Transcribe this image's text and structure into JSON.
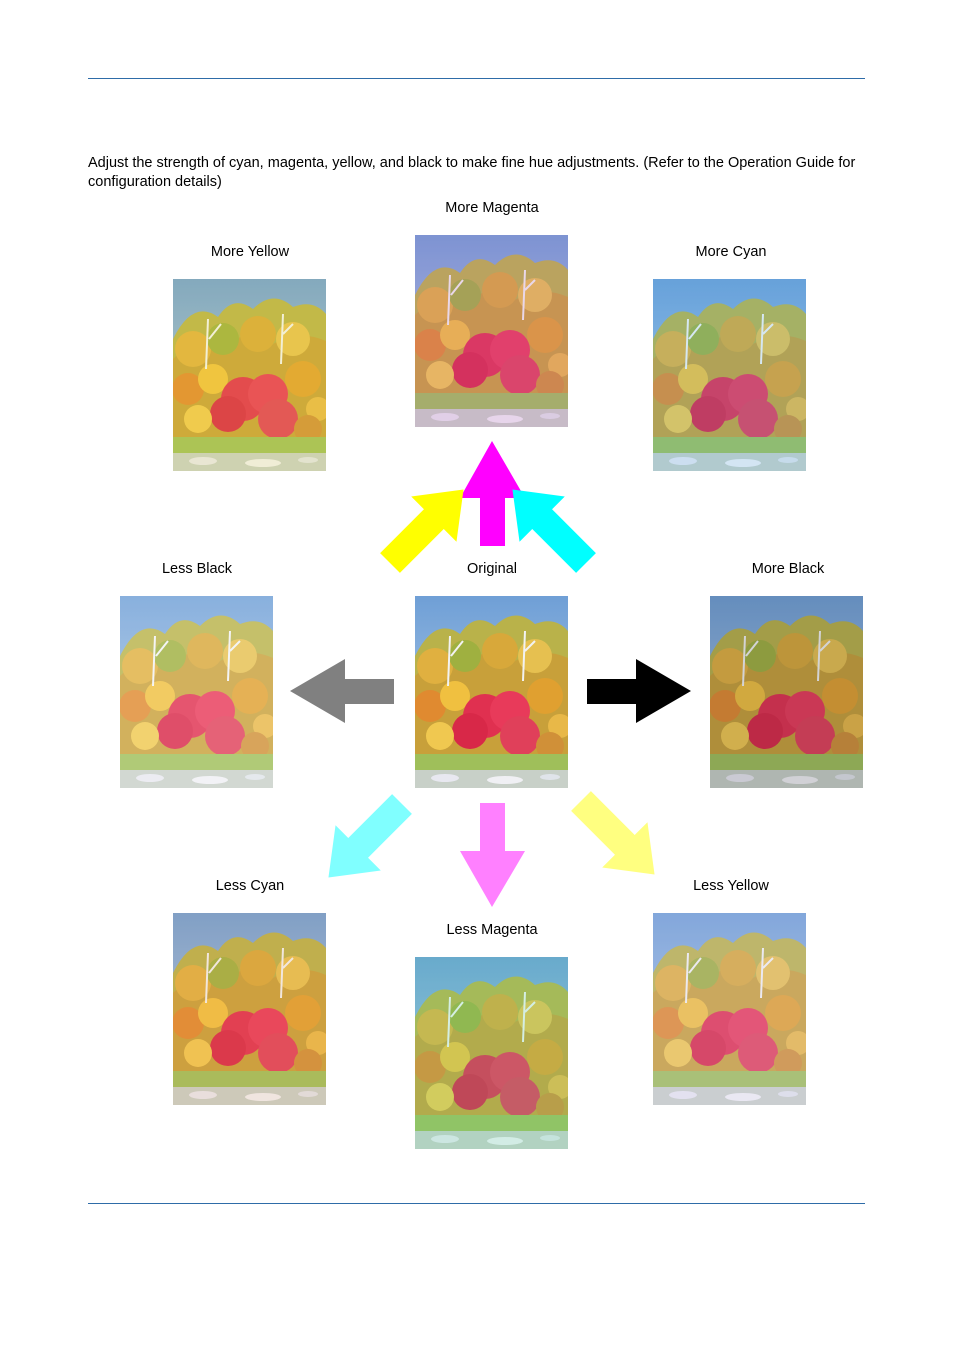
{
  "intro_text": "Adjust the strength of cyan, magenta, yellow, and black to make fine hue adjustments. (Refer to the Operation Guide for configuration details)",
  "panels": {
    "more_magenta": {
      "label": "More Magenta",
      "tint": "#c060c0",
      "tint_strength": 0.18
    },
    "more_yellow": {
      "label": "More Yellow",
      "tint": "#f0e040",
      "tint_strength": 0.16
    },
    "more_cyan": {
      "label": "More Cyan",
      "tint": "#40b0f0",
      "tint_strength": 0.16
    },
    "less_black": {
      "label": "Less Black",
      "tint": "#ffffff",
      "tint_strength": 0.18
    },
    "original": {
      "label": "Original",
      "tint": "#ffffff",
      "tint_strength": 0.0
    },
    "more_black": {
      "label": "More Black",
      "tint": "#303040",
      "tint_strength": 0.16
    },
    "less_cyan": {
      "label": "Less Cyan",
      "tint": "#f0a060",
      "tint_strength": 0.14
    },
    "less_magenta": {
      "label": "Less Magenta",
      "tint": "#50e0a0",
      "tint_strength": 0.18
    },
    "less_yellow": {
      "label": "Less Yellow",
      "tint": "#d0c8f0",
      "tint_strength": 0.2
    }
  },
  "arrow_colors": {
    "magenta": "#ff00ff",
    "yellow": "#ffff00",
    "cyan": "#00ffff",
    "gray": "#808080",
    "black": "#000000",
    "light_cyan": "#80ffff",
    "light_magenta": "#ff80ff",
    "light_yellow": "#ffff80"
  }
}
